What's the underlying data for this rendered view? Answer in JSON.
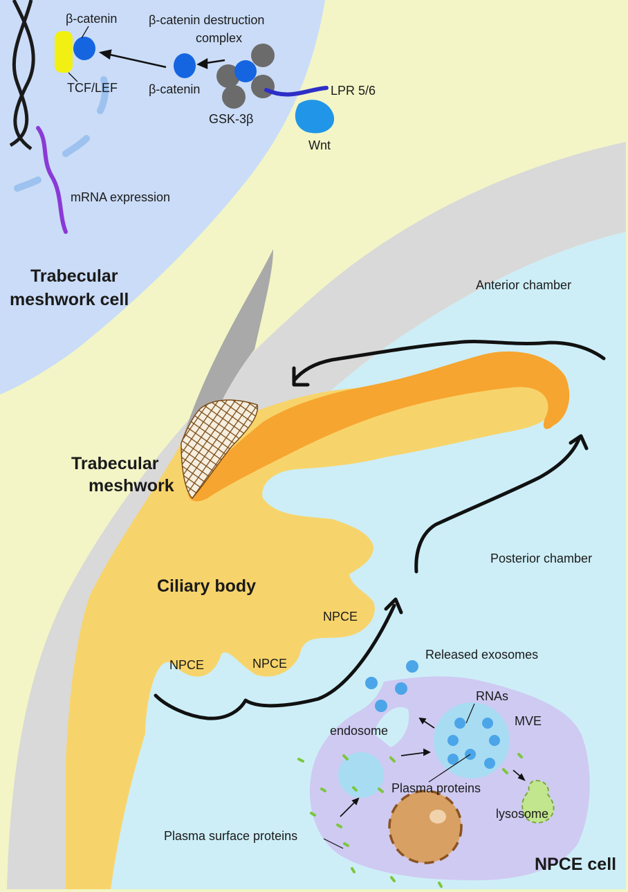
{
  "colors": {
    "background": "#f3f5c6",
    "tm_cell": "#cadcf7",
    "chamber": "#cdeef7",
    "sclera": "#d9d9d9",
    "cornea_tip": "#a9a9a9",
    "ciliary_body": "#f7d46b",
    "iris": "#f6a530",
    "npce_cell": "#cfcaf2",
    "mve": "#a8dcf3",
    "exosome": "#4ba5e8",
    "lysosome": "#c2e68d",
    "nucleus": "#d9a064",
    "beta_catenin": "#1565e0",
    "tcf_lef": "#f2f012",
    "gsk3b": "#6b6b6b",
    "wnt": "#2196e8",
    "lrp": "#2d2fc8",
    "mrna": "#8a3ad6",
    "arrow": "#111111"
  },
  "icons": [
    "dna-helix",
    "flow-arrow",
    "exosome-vesicle",
    "trabecular-meshwork-hatch"
  ],
  "labels": {
    "beta_catenin_top": "β-catenin",
    "destruction_complex_1": "β-catenin destruction",
    "destruction_complex_2": "complex",
    "tcf_lef": "TCF/LEF",
    "beta_catenin_mid": "β-catenin",
    "lpr": "LPR 5/6",
    "gsk": "GSK-3β",
    "wnt": "Wnt",
    "mrna": "mRNA expression",
    "tm_cell_1": "Trabecular",
    "tm_cell_2": "meshwork cell",
    "anterior": "Anterior chamber",
    "tm_1": "Trabecular",
    "tm_2": "meshwork",
    "posterior": "Posterior chamber",
    "ciliary": "Ciliary body",
    "npce_a": "NPCE",
    "npce_b": "NPCE",
    "npce_c": "NPCE",
    "released": "Released exosomes",
    "rnas": "RNAs",
    "mve": "MVE",
    "endosome": "endosome",
    "plasma_proteins": "Plasma proteins",
    "lysosome": "lysosome",
    "surface_proteins": "Plasma surface proteins",
    "npce_cell": "NPCE cell"
  }
}
